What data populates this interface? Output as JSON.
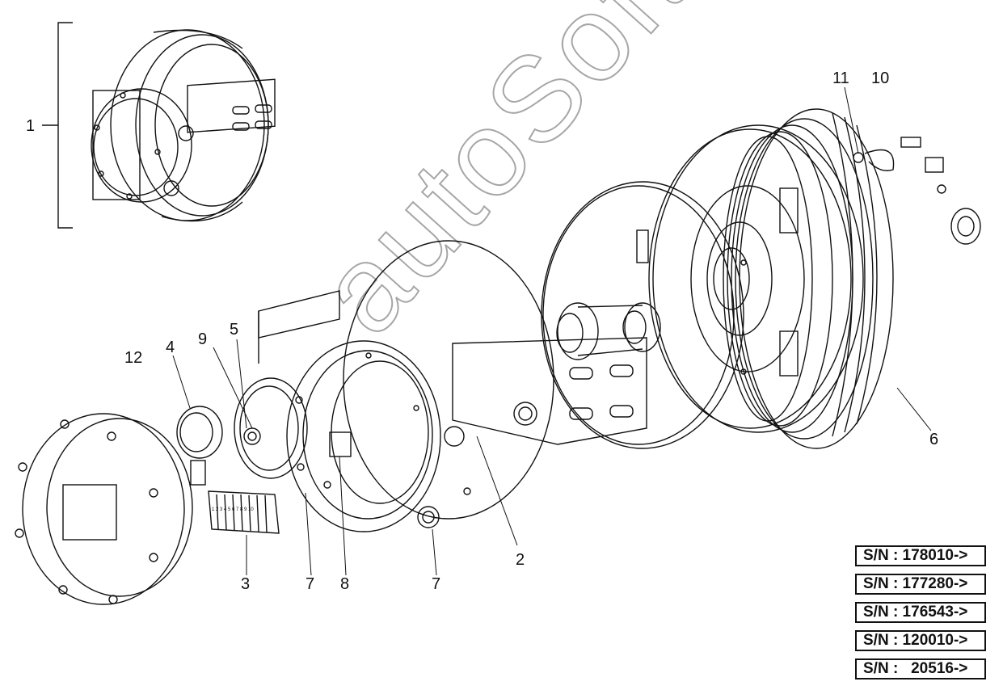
{
  "callouts": [
    {
      "id": "c1",
      "label": "1"
    },
    {
      "id": "c2",
      "label": "2"
    },
    {
      "id": "c3",
      "label": "3"
    },
    {
      "id": "c4",
      "label": "4"
    },
    {
      "id": "c5",
      "label": "5"
    },
    {
      "id": "c6",
      "label": "6"
    },
    {
      "id": "c7a",
      "label": "7"
    },
    {
      "id": "c7b",
      "label": "7"
    },
    {
      "id": "c8",
      "label": "8"
    },
    {
      "id": "c9",
      "label": "9"
    },
    {
      "id": "c10",
      "label": "10"
    },
    {
      "id": "c11",
      "label": "11"
    },
    {
      "id": "c12",
      "label": "12"
    }
  ],
  "serial_numbers": [
    "S/N : 178010->",
    "S/N : 177280->",
    "S/N : 176543->",
    "S/N : 120010->",
    "S/N :   20516->"
  ],
  "terminal_block_digits": "1 2 3 4 5 6 7 8 9 10",
  "watermark": "autoSoft",
  "colors": {
    "line": "#111111",
    "background": "#ffffff"
  }
}
